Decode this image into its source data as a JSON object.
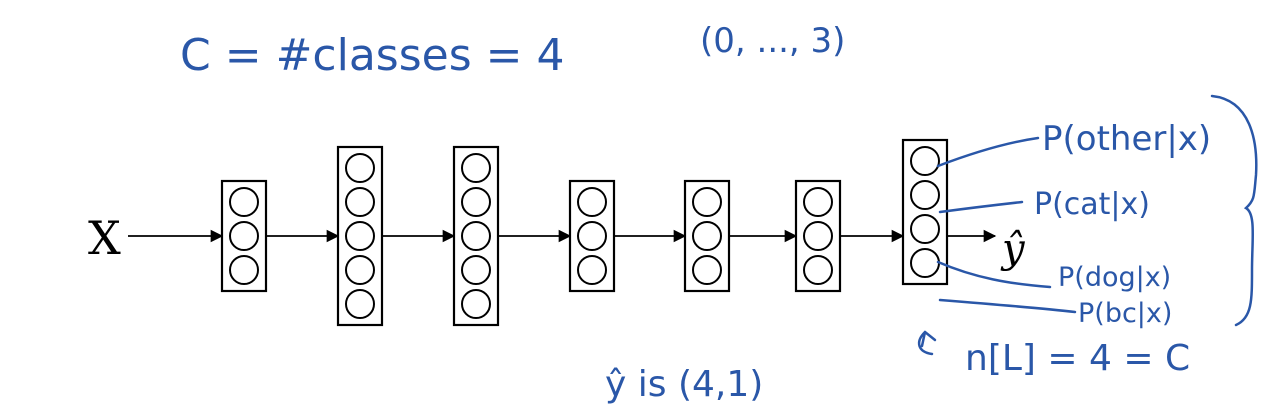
{
  "colors": {
    "ink": "#000000",
    "pen": "#2a57a8"
  },
  "header": {
    "c_equation": "C = #classes = 4",
    "index_range": "(0, ..., 3)"
  },
  "network": {
    "input_label": "X",
    "output_label": "ŷ",
    "layers": [
      {
        "units": 3
      },
      {
        "units": 5
      },
      {
        "units": 5
      },
      {
        "units": 3
      },
      {
        "units": 3
      },
      {
        "units": 3
      },
      {
        "units": 4
      }
    ]
  },
  "outputs": {
    "p_other": "P(other|x)",
    "p_cat": "P(cat|x)",
    "p_dog": "P(dog|x)",
    "p_bc": "P(bc|x)"
  },
  "notes": {
    "y_hat_shape": "ŷ is (4,1)",
    "n_layer_units": "n[L] = 4 = C"
  }
}
